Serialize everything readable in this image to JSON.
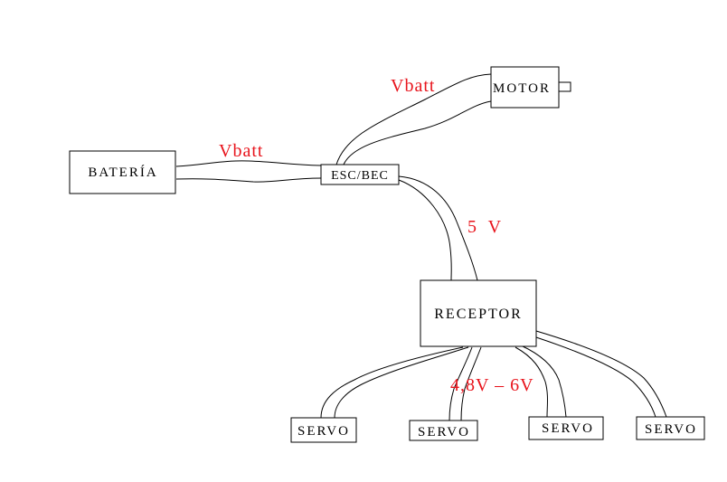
{
  "components": {
    "bateria": "BATERÍA",
    "esc_bec": "ESC/BEC",
    "motor": "MOTOR",
    "receptor": "RECEPTOR",
    "servo_1": "SERVO",
    "servo_2": "SERVO",
    "servo_3": "SERVO",
    "servo_4": "SERVO"
  },
  "voltages": {
    "battery_to_esc": "Vbatt",
    "esc_to_motor": "Vbatt",
    "esc_to_receptor": "5 V",
    "receptor_to_servos": "4,8V – 6V"
  },
  "colors": {
    "voltage_label": "#e8141c",
    "line": "#000000",
    "background": "#ffffff"
  }
}
